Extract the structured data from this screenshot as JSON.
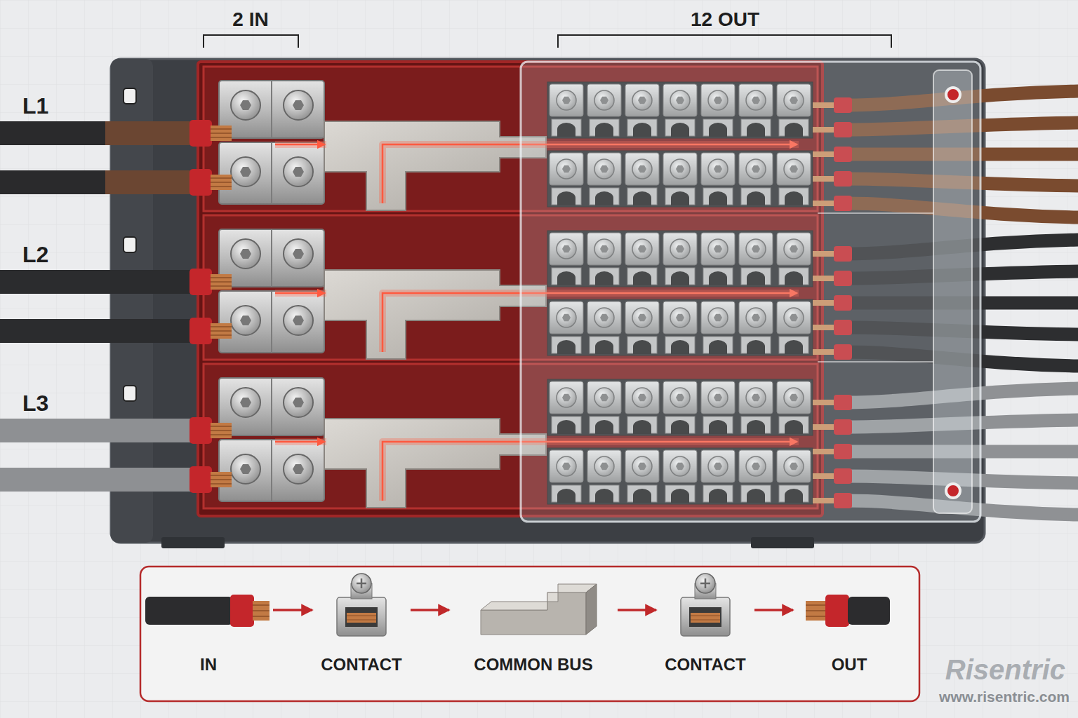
{
  "diagram": {
    "nodes": [
      {
        "text": [
          "IN"
        ]
      },
      {
        "text": [
          "CONTACT"
        ]
      },
      {
        "text": [
          "COMMON BUS"
        ]
      },
      {
        "text": [
          "CONTACT"
        ]
      },
      {
        "text": [
          "OUT"
        ]
      }
    ],
    "edges": [
      {
        "from": 0,
        "to": 1,
        "arrow": "to"
      },
      {
        "from": 1,
        "to": 2,
        "arrow": "to"
      },
      {
        "from": 2,
        "to": 3,
        "arrow": "to"
      },
      {
        "from": 3,
        "to": 4,
        "arrow": "to"
      }
    ],
    "labels": [
      "2 IN",
      "12 OUT",
      "L1",
      "L2",
      "L3",
      "Risentric",
      "www.risentric.com"
    ]
  }
}
